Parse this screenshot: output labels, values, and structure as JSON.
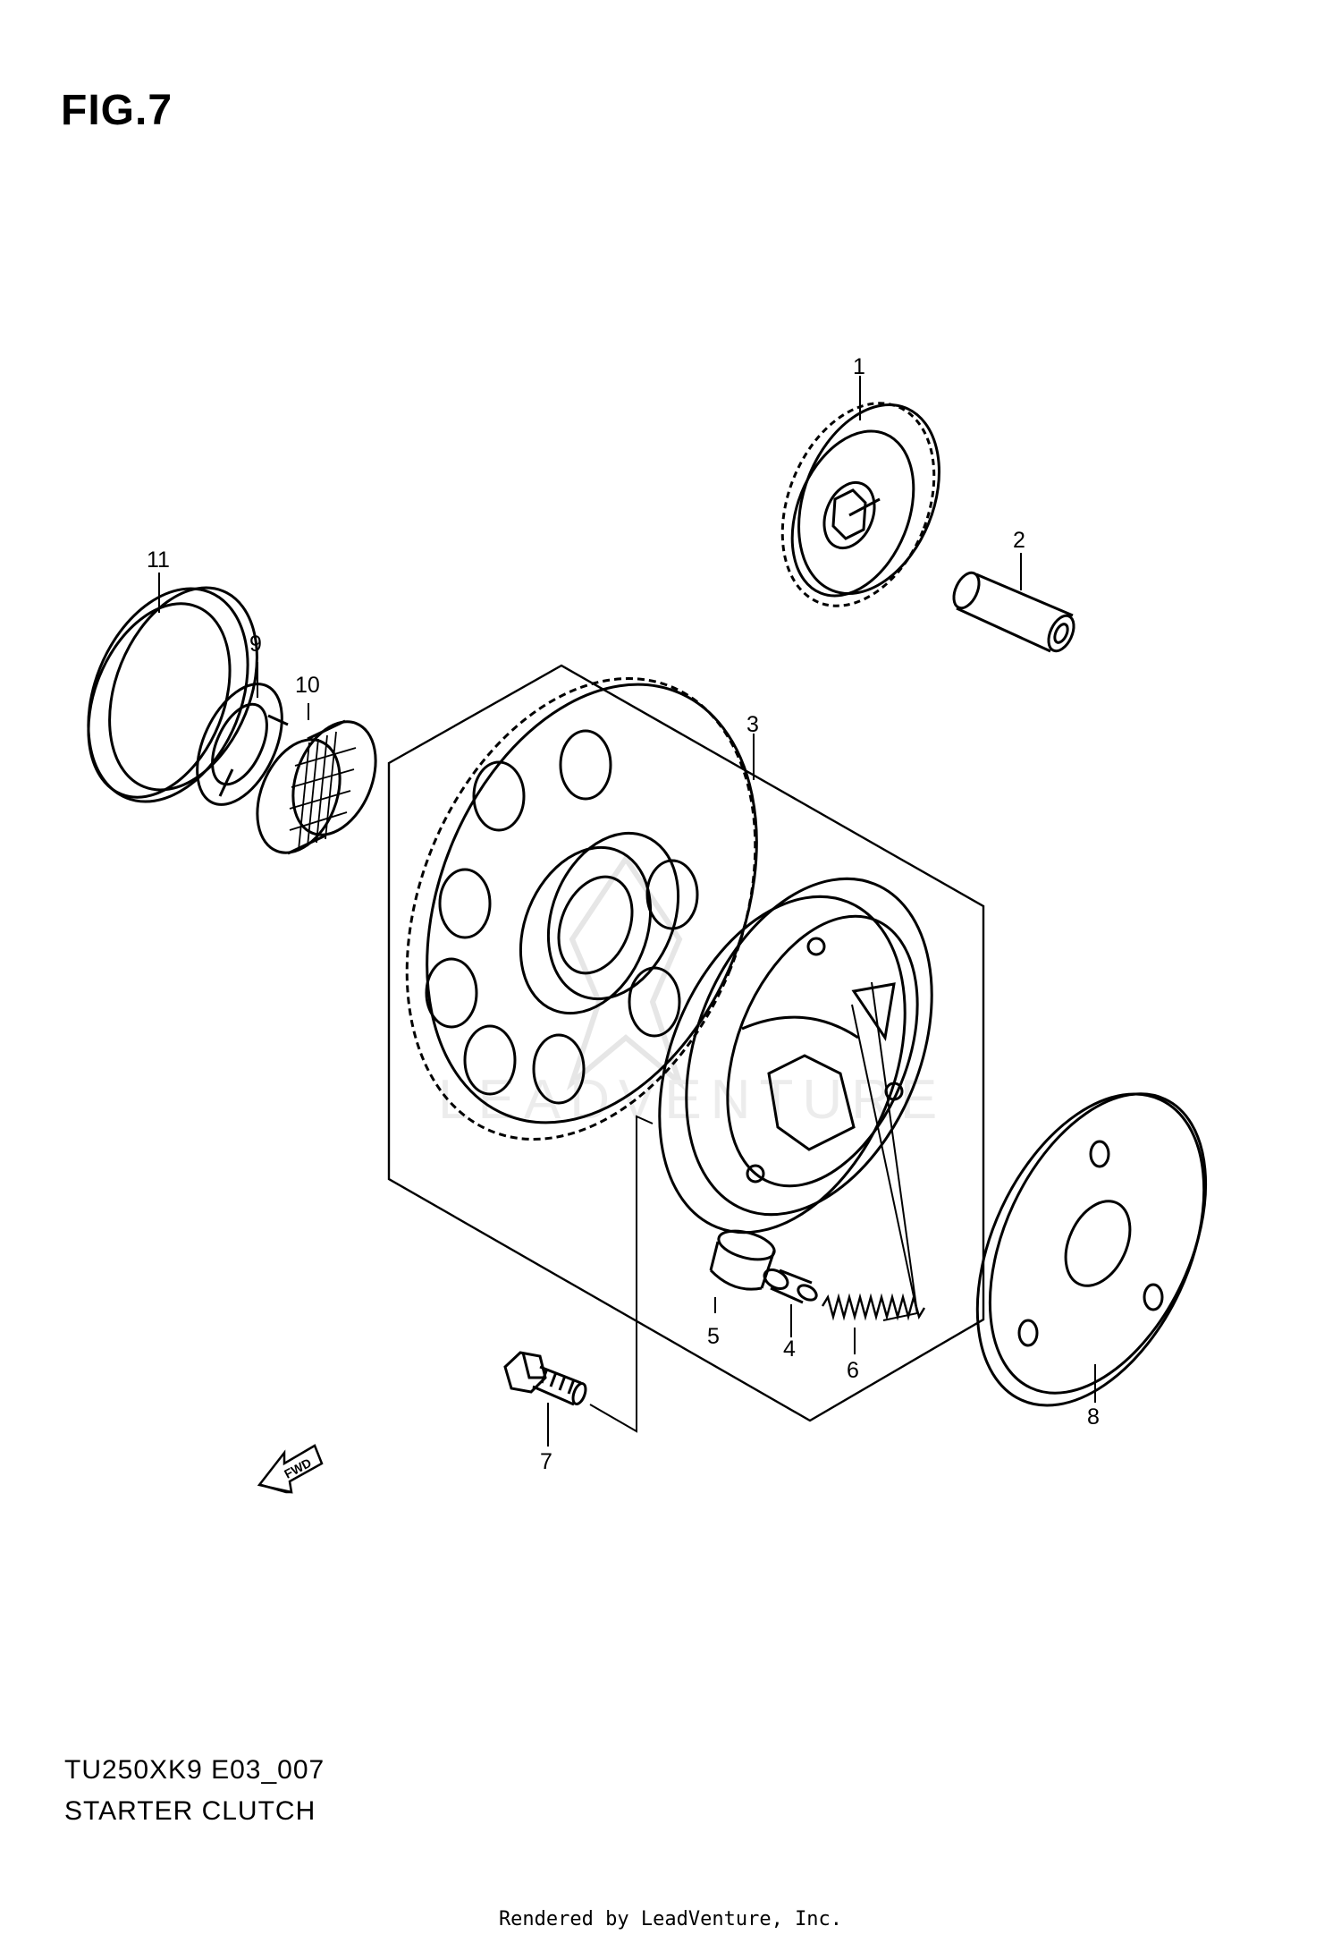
{
  "header": {
    "figure_label": "FIG.7"
  },
  "footer_block": {
    "model_code": "TU250XK9 E03_007",
    "diagram_title": "STARTER CLUTCH",
    "credit": "Rendered by LeadVenture, Inc."
  },
  "watermark": {
    "text": "LEADVENTURE"
  },
  "direction_indicator": {
    "label": "FWD"
  },
  "callouts": {
    "c1": "1",
    "c2": "2",
    "c3": "3",
    "c4": "4",
    "c5": "5",
    "c6": "6",
    "c7": "7",
    "c8": "8",
    "c9": "9",
    "c10": "10",
    "c11": "11"
  }
}
